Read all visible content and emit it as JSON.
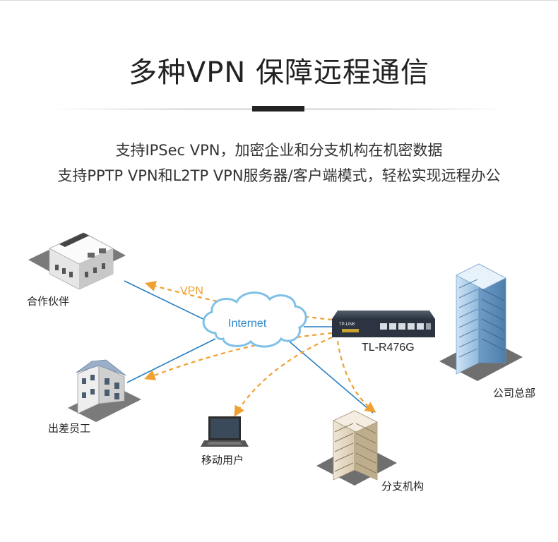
{
  "title": "多种VPN 保障远程通信",
  "description": {
    "line1": "支持IPSec VPN，加密企业和分支机构在机密数据",
    "line2": "支持PPTP VPN和L2TP VPN服务器/客户端模式，轻松实现远程办公"
  },
  "diagram": {
    "vpn_label": "VPN",
    "internet_label": "Internet",
    "router_model": "TL-R476G",
    "router_brand": "TP-LINK",
    "nodes": {
      "partner": "合作伙伴",
      "business_travel": "出差员工",
      "mobile_user": "移动用户",
      "branch": "分支机构",
      "headquarters": "公司总部"
    },
    "colors": {
      "link_line": "#2a7fc0",
      "vpn_tunnel": "#f0a030",
      "cloud_stroke": "#7fc0e8",
      "router_body": "#2b3440"
    }
  }
}
